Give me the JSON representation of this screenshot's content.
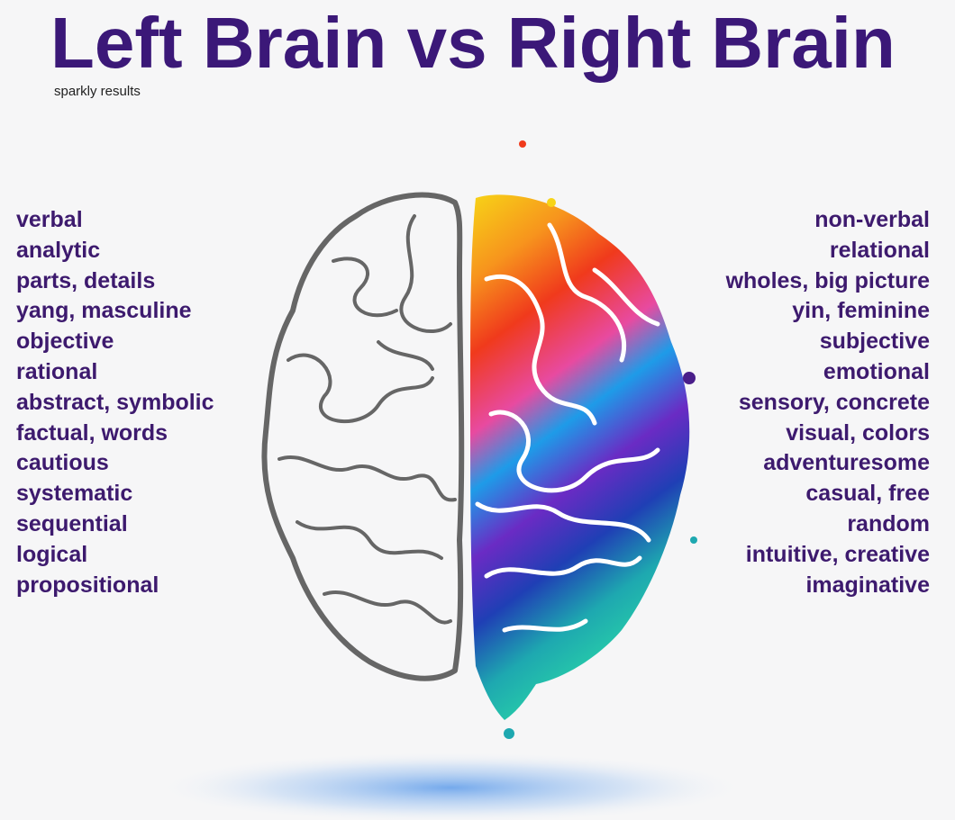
{
  "header": {
    "title": "Left Brain vs Right Brain",
    "subtitle": "sparkly results"
  },
  "left_brain": {
    "traits": [
      "verbal",
      "analytic",
      "parts, details",
      "yang, masculine",
      "objective",
      "rational",
      "abstract, symbolic",
      "factual, words",
      "cautious",
      "systematic",
      "sequential",
      "logical",
      "propositional"
    ]
  },
  "right_brain": {
    "traits": [
      "non-verbal",
      "relational",
      "wholes, big picture",
      "yin, feminine",
      "subjective",
      "emotional",
      "sensory, concrete",
      "visual, colors",
      "adventuresome",
      "casual, free",
      "random",
      "intuitive, creative",
      "imaginative"
    ]
  },
  "colors": {
    "title": "#3b1878",
    "text": "#3d1a6e",
    "sketch": "#666666",
    "glow": "#4a90e8"
  }
}
